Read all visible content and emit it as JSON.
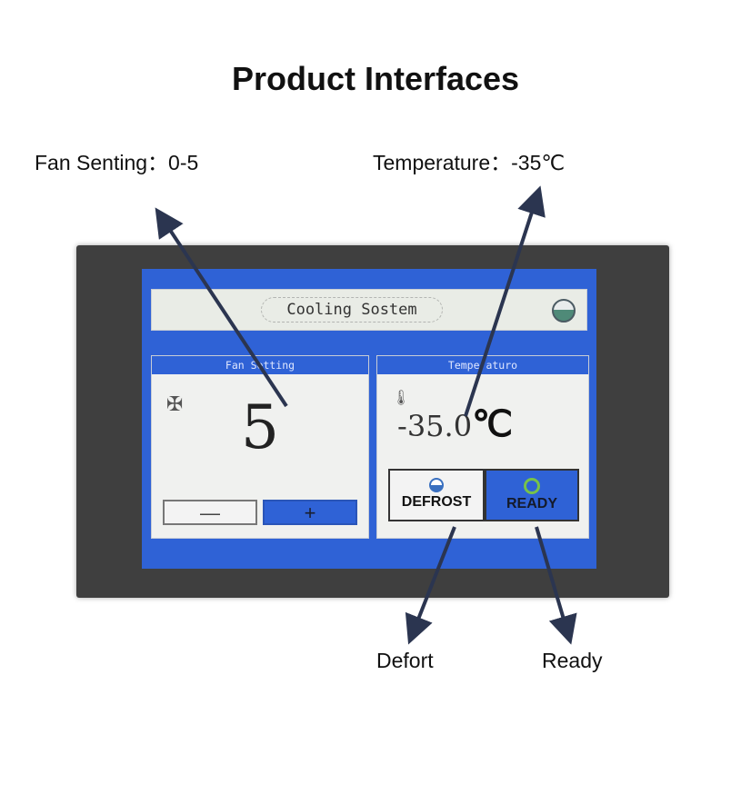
{
  "page": {
    "title": "Product Interfaces"
  },
  "callouts": {
    "fan": "Fan Senting：0-5",
    "temperature": "Temperature：-35℃",
    "defrost": "Defort",
    "ready": "Ready"
  },
  "screen": {
    "header_title": "Cooling Sostem",
    "status_icon": "status-indicator-icon",
    "fan_panel": {
      "title": "Fan Setting",
      "icon": "fan-icon",
      "value": "5",
      "minus_label": "—",
      "plus_label": "+"
    },
    "temp_panel": {
      "title": "Tempe aturo",
      "icon": "thermometer-icon",
      "value": "-35.0",
      "unit": "℃",
      "defrost_label": "DEFROST",
      "ready_label": "READY",
      "defrost_icon": "snowflake-drop-icon",
      "ready_icon": "ready-ring-icon"
    }
  },
  "colors": {
    "screen_blue": "#2f62d6",
    "bezel": "#3f3f3f",
    "arrow": "#2b3550",
    "ready_green": "#77c24a"
  }
}
